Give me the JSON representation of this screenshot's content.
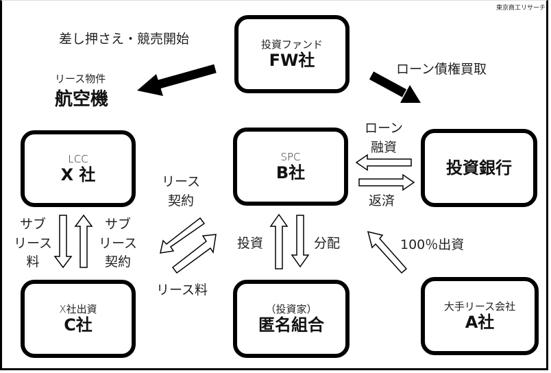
{
  "credit": "東京商工リサーチ",
  "boxes": {
    "fw": {
      "sub": "投資ファンド",
      "main": "FW社"
    },
    "x": {
      "sub": "LCC",
      "main": "X 社"
    },
    "b": {
      "sub": "SPC",
      "main": "B社"
    },
    "bank": {
      "main": "投資銀行"
    },
    "c": {
      "sub": "X社出資",
      "main": "C社"
    },
    "kumiai": {
      "sub": "（投資家）",
      "main": "匿名組合"
    },
    "a": {
      "sub": "大手リース会社",
      "main": "A社"
    }
  },
  "aircraft": {
    "sub": "リース物件",
    "main": "航空機"
  },
  "labels": {
    "seizure": "差し押さえ・競売開始",
    "loan_purchase": "ローン債権買取",
    "loan_financing_1": "ローン",
    "loan_financing_2": "融資",
    "repayment": "返済",
    "lease_contract_1": "リース",
    "lease_contract_2": "契約",
    "lease_fee": "リース料",
    "sublease_fee_1": "サブ",
    "sublease_fee_2": "リース",
    "sublease_fee_3": "料",
    "sublease_contract_1": "サブ",
    "sublease_contract_2": "リース",
    "sublease_contract_3": "契約",
    "investment": "投資",
    "distribution": "分配",
    "full_investment": "100％出資"
  }
}
